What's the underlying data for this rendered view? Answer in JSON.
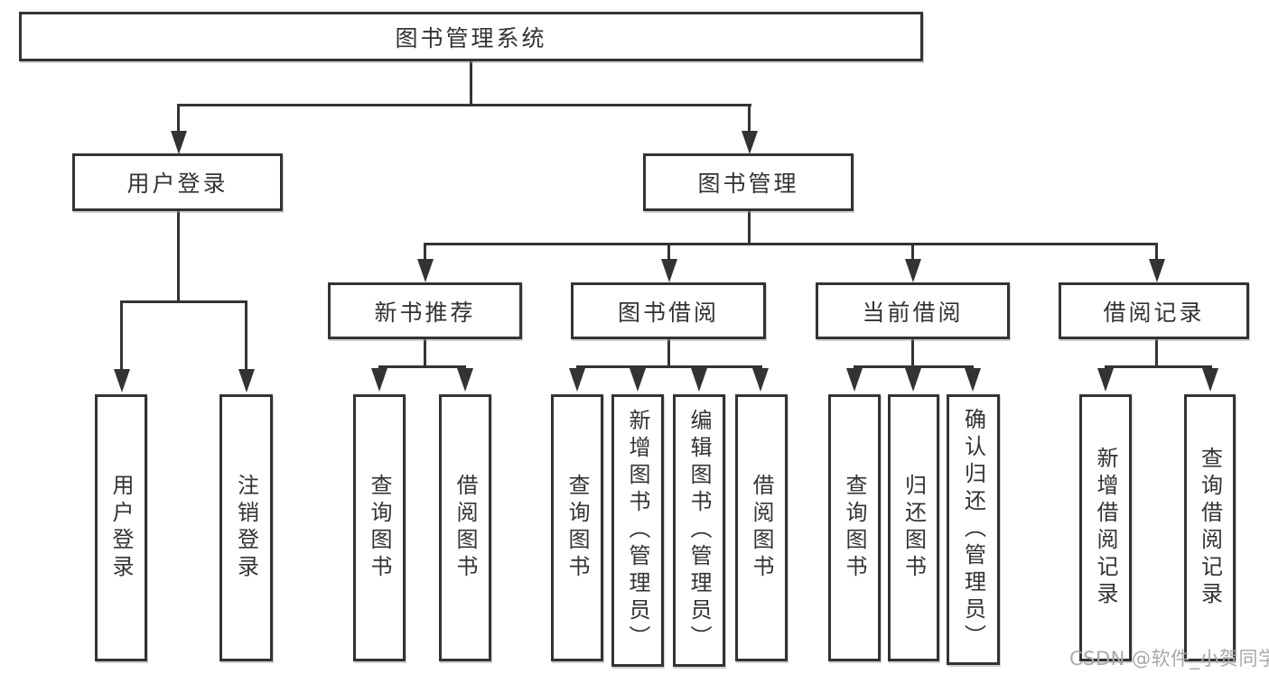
{
  "diagram_title": "图书管理系统",
  "tree": {
    "label": "图书管理系统",
    "children": [
      {
        "label": "用户登录",
        "children": [
          {
            "label": "用户登录"
          },
          {
            "label": "注销登录"
          }
        ]
      },
      {
        "label": "图书管理",
        "children": [
          {
            "label": "新书推荐",
            "children": [
              {
                "label": "查询图书"
              },
              {
                "label": "借阅图书"
              }
            ]
          },
          {
            "label": "图书借阅",
            "children": [
              {
                "label": "查询图书"
              },
              {
                "label": "新增图书（管理员）"
              },
              {
                "label": "编辑图书（管理员）"
              },
              {
                "label": "借阅图书"
              }
            ]
          },
          {
            "label": "当前借阅",
            "children": [
              {
                "label": "查询图书"
              },
              {
                "label": "归还图书"
              },
              {
                "label": "确认归还（管理员）"
              }
            ]
          },
          {
            "label": "借阅记录",
            "children": [
              {
                "label": "新增借阅记录"
              },
              {
                "label": "查询借阅记录"
              }
            ]
          }
        ]
      }
    ]
  },
  "watermark": {
    "text": "CSDN @软件_小贺同学"
  },
  "colors": {
    "line": "#333333",
    "box_border": "#333333",
    "text": "#333333",
    "watermark": "#a9a9a9",
    "background": "#ffffff"
  }
}
